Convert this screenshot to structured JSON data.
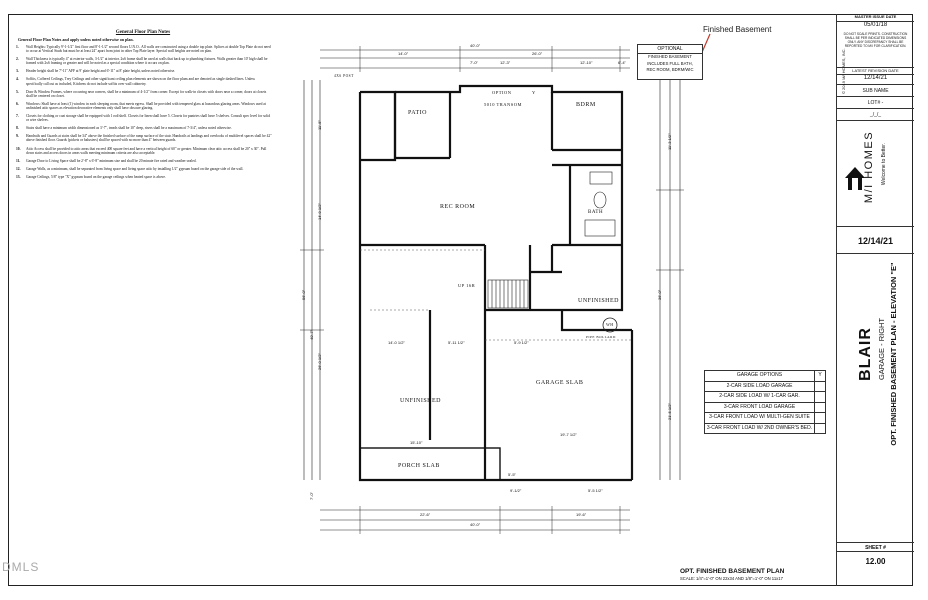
{
  "notes": {
    "title": "General Floor Plan Notes",
    "subtitle": "General Floor Plan Notes and apply unless noted otherwise on plan.",
    "items": [
      {
        "num": "1.",
        "text": "Wall Heights: Typically 9'-1-1/2\" first floor and 8'-1-1/2\" second floors U.N.O.. All walls are constructed using a double top plate. Splices at double Top Plate do not need to occur at Vertical Studs but must be at least 24\" apart from joint in other Top Plate layer. Special wall heights are noted on plan."
      },
      {
        "num": "2.",
        "text": "Wall Thickness is typically 4\" at exterior walls, 3-1/2\" at interior. 2x6 frame shall be used at walls that back up to plumbing fixtures. Walls greater than 10' high shall be framed with 2x6 framing or greater and will be noted as a special condition where it occurs on plan."
      },
      {
        "num": "3.",
        "text": "Header height shall be 7'-11\" AFF at 9' plate height and 6'-11\" at 8' plate height, unless noted otherwise."
      },
      {
        "num": "4.",
        "text": "Soffits, Coffered Ceilings, Trey Ceilings and other significant ceiling plan elements are shown on the floor plans and are denoted as single dashed lines. Unless specifically call out as included, Kitchens do not include soffits over wall cabinetry."
      },
      {
        "num": "5.",
        "text": "Door & Window Frames, where occurring near corners, shall be a minimum of 4-1/2\" from corner. Except for walk-in closets with doors near a corner, doors at closets shall be centered on closet."
      },
      {
        "num": "6.",
        "text": "Windows: Shall have at least (1) window in each sleeping room, that meets egress. Shall be provided with tempered glass at hazardous glazing areas. Windows used at unfinished attic spaces as elevation decorative elements only shall have obscure glazing."
      },
      {
        "num": "7.",
        "text": "Closets for clothing or coat storage shall be equipped with 1 rod/shelf. Closets for linen shall have 5. Closets for pantries shall have 5 shelves. Consult spec level for solid or wire shelves."
      },
      {
        "num": "8.",
        "text": "Stairs shall have a minimum width dimensioned as 3'-7\", treads shall be 10\" deep, risers shall be a maximum of 7-3/4\", unless noted otherwise."
      },
      {
        "num": "9.",
        "text": "Handrails and Guards at stairs shall be 34\" above the finished surface of the ramp surface of the stair. Handrails at landings and overlooks of multilevel spaces shall be 42\" above finished floor. Guards (pickets or balusters) shall be spaced with no more than 4\" between guards."
      },
      {
        "num": "10.",
        "text": "Attic Access shall be provided to attic areas that exceed 400 square feet and have a vertical height of 60\" or greater. Minimum clear attic access shall be 20\" x 30\". Pull down stairs and access doors in areas walls meeting minimum criteria are also acceptable."
      },
      {
        "num": "11.",
        "text": "Garage Door to Living Space shall be 2'-8\" x 6'-8\" minimum size and shall be 20 minute fire rated and weather sealed."
      },
      {
        "num": "12.",
        "text": "Garage Walls, as a minimum, shall be separated from living space and living space attic by installing 1/2\" gypsum board on the garage side of the wall."
      },
      {
        "num": "13.",
        "text": "Garage Ceilings, 5/8\" type \"X\" gypsum board on the garage ceilings when heated space is above."
      }
    ]
  },
  "annotation": "Finished Basement",
  "option_box": {
    "header": "OPTIONAL",
    "lines": [
      "FINISHED BASEMENT",
      "INCLUDES FULL BATH,",
      "REC ROOM, BDRM/WIC"
    ]
  },
  "rooms": {
    "rec_room": "REC ROOM",
    "patio": "PATIO",
    "bdrm": "BDRM",
    "bath": "BATH",
    "unfinished_right": "UNFINISHED",
    "unfinished_left": "UNFINISHED",
    "garage_slab": "GARAGE SLAB",
    "porch_slab": "PORCH SLAB",
    "option": "OPTION",
    "option_y": "Y",
    "transom": "5010 TRANSOM",
    "up": "UP 16R",
    "wh": "WH",
    "post": "4X6 POST",
    "bollard": "PIPE BOLLARD"
  },
  "dimensions": {
    "top_overall": "40'-0\"",
    "top_left": "14'-0\"",
    "top_right": "26'-0\"",
    "top_seg1": "7'-0\"",
    "top_seg2": "12'-3\"",
    "top_seg3": "12'-10\"",
    "top_seg4": "6'-4\"",
    "bottom_overall": "40'-0\"",
    "bottom_left": "22'-6\"",
    "bottom_right": "19'-6\"",
    "bottom_seg1": "9'-1/2\"",
    "bottom_seg2": "5'-5 1/2\"",
    "bottom_seg3": "5'-5\"",
    "mid_1": "14'-0 1/2\"",
    "mid_2": "5'-11 1/2\"",
    "mid_3": "5'-9 1/2\"",
    "mid_4": "19'-7 1/2\"",
    "mid_5": "15'-10\"",
    "left_overall": "56'-0\"",
    "left_a": "40'-7\"",
    "left_b": "26'-0 1/2\"",
    "left_c": "14'-9 1/2\"",
    "left_d": "11'-5\"",
    "left_e": "7'-0\"",
    "right_a": "36'-0\"",
    "right_b": "21'-5 1/2\"",
    "right_c": "11'-3 1/2\""
  },
  "garage_options": {
    "header": "GARAGE OPTIONS",
    "header_y": "Y",
    "rows": [
      "2-CAR SIDE LOAD GARAGE",
      "2-CAR SIDE LOAD W/ 1-CAR GAR.",
      "3-CAR FRONT LOAD GARAGE",
      "3-CAR FRONT LOAD W/ MULTI-GEN SUITE",
      "3-CAR FRONT LOAD W/ 2ND OWNER'S BED."
    ]
  },
  "plan_title": "OPT. FINISHED BASEMENT PLAN",
  "plan_scale": "SCALE: 1/4\"=1'-0\" ON 22x34 AND 1/8\"=1'-0\" ON 11x17",
  "title_block": {
    "issue_label": "MASTER ISSUE DATE",
    "issue_date": "05/01/18",
    "disclaimer": "DO NOT SCALE PRINTS. CONSTRUCTION SHALL BE PER INDICATED DIMENSIONS ONLY. ANY DISCREPANCY SHALL BE REPORTED TO M/I FOR CLARIFICATION.",
    "revision_label": "LATEST REVISION DATE",
    "revision_date": "12/14/21",
    "sub_name": "SUB NAME",
    "lot": "LOT# -",
    "lot_date": "_/_/_",
    "copyright": "© 2019 M/I HOMES, INC.",
    "brand": "M/I HOMES",
    "tagline": "Welcome to Better.",
    "date_big": "12/14/21",
    "plan_name": "BLAIR",
    "plan_variant": "GARAGE - RIGHT",
    "plan_desc": "OPT. FINISHED BASEMENT PLAN - ELEVATION \"E\"",
    "sheet_label": "SHEET #",
    "sheet_num": "12.00"
  },
  "watermark": "DMLS"
}
